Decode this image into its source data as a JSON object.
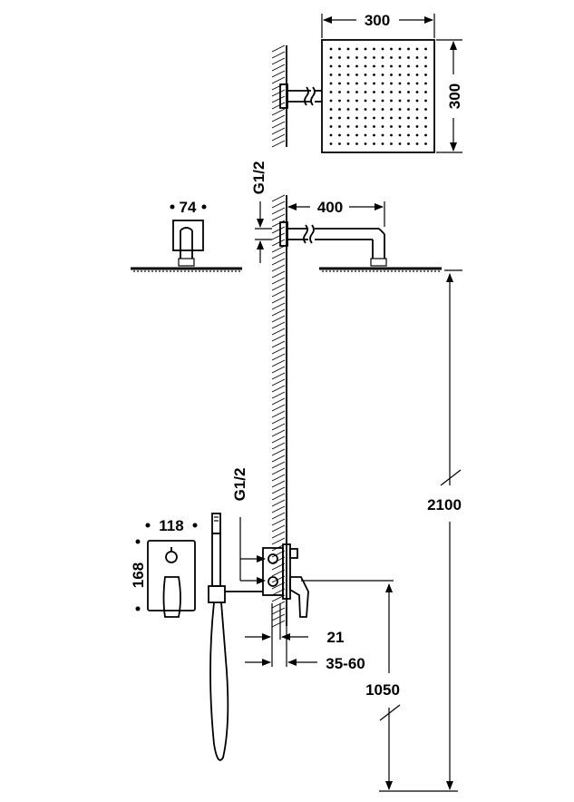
{
  "dimensions": {
    "head_width": "300",
    "head_depth": "300",
    "thread_upper": "G1/2",
    "arm_length": "400",
    "ceiling_flange": "74",
    "head_height": "2100",
    "thread_lower": "G1/2",
    "plate_width": "118",
    "plate_height": "168",
    "wall_offset": "21",
    "recess_depth": "35-60",
    "mixer_height": "1050"
  }
}
